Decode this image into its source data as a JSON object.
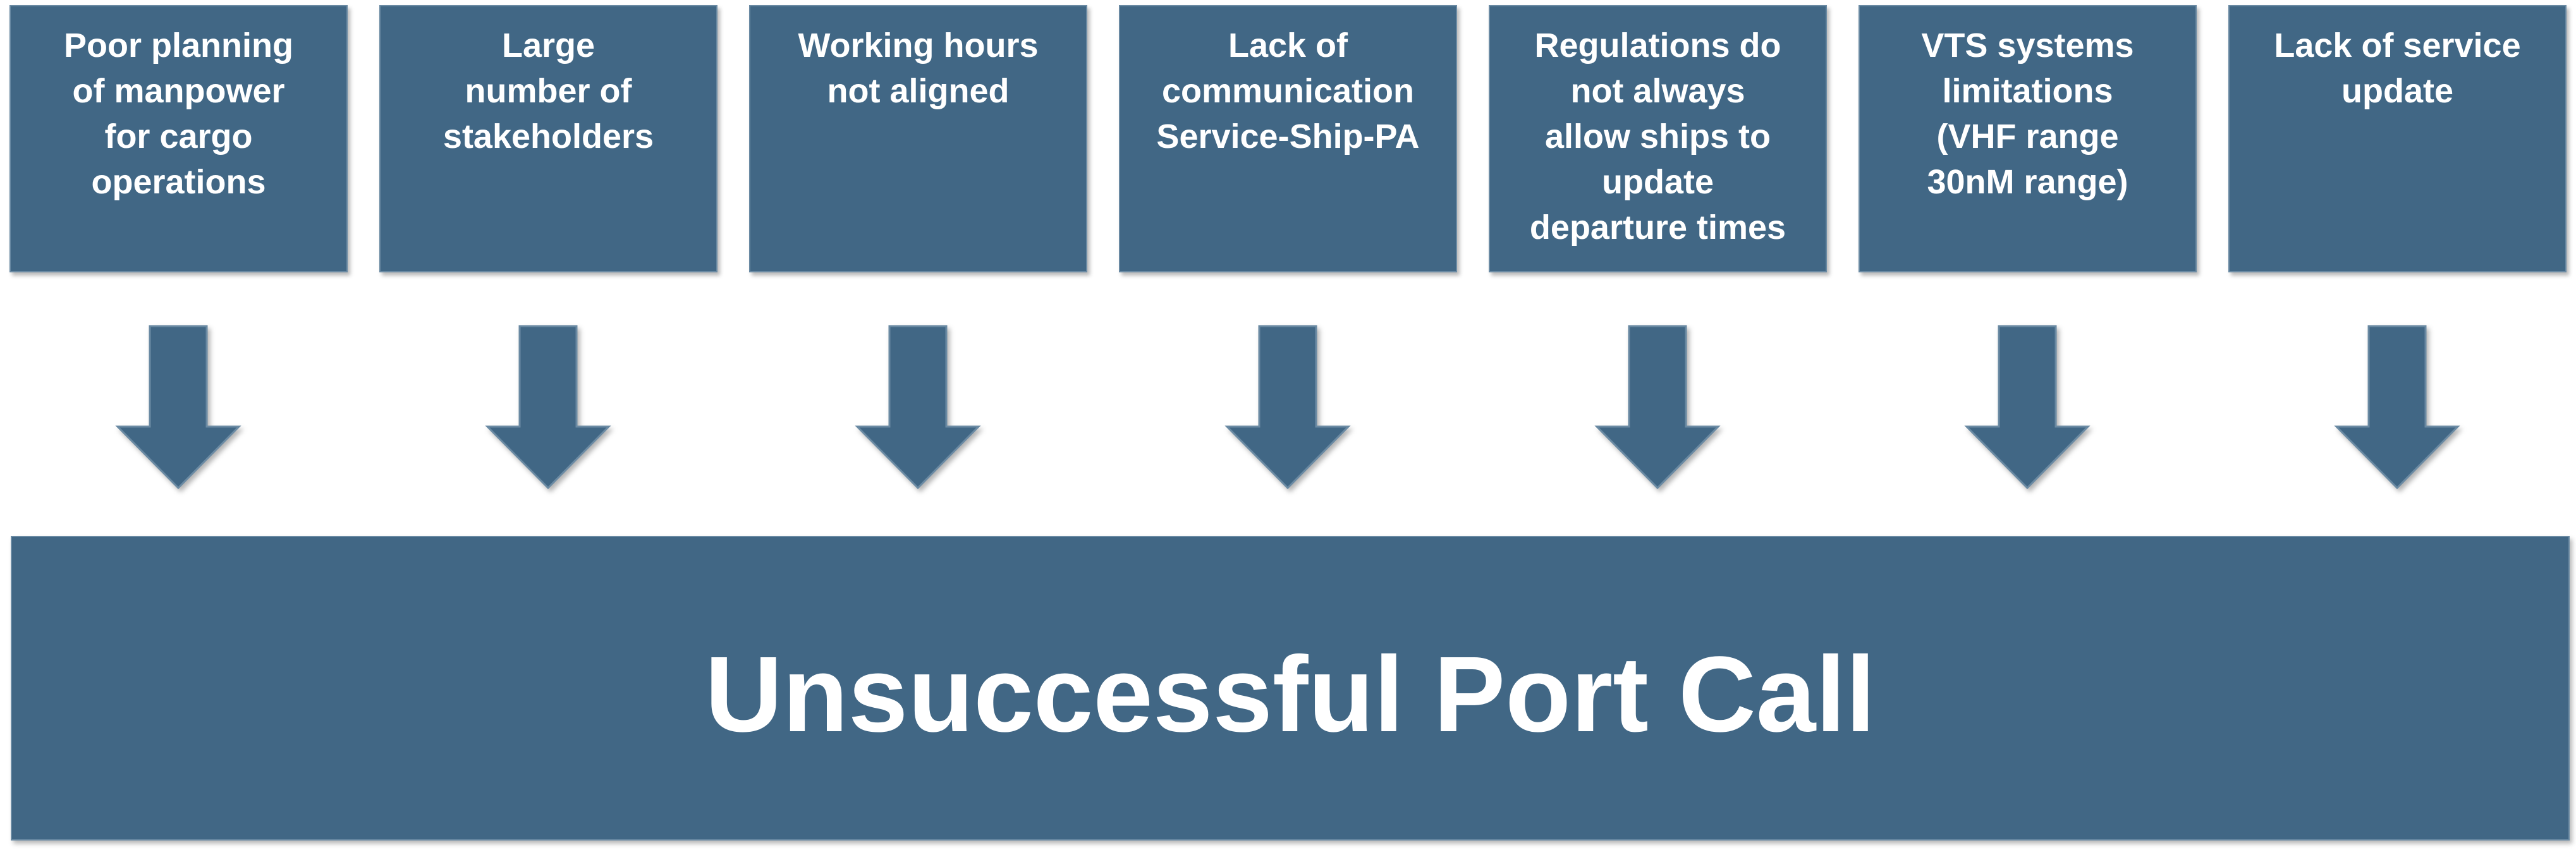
{
  "causes": [
    {
      "label": "Poor planning\nof manpower\nfor cargo\noperations"
    },
    {
      "label": "Large\nnumber of\nstakeholders"
    },
    {
      "label": "Working hours\nnot aligned"
    },
    {
      "label": "Lack of\ncommunication\nService-Ship-PA"
    },
    {
      "label": "Regulations do\nnot always\nallow ships  to\nupdate\ndeparture times"
    },
    {
      "label": "VTS systems\nlimitations\n(VHF range\n30nM range)"
    },
    {
      "label": "Lack of service\nupdate"
    }
  ],
  "effect": {
    "title": "Unsuccessful Port Call"
  },
  "colors": {
    "box_fill": "#416785",
    "box_border": "#6a8aa3",
    "text": "#ffffff"
  }
}
